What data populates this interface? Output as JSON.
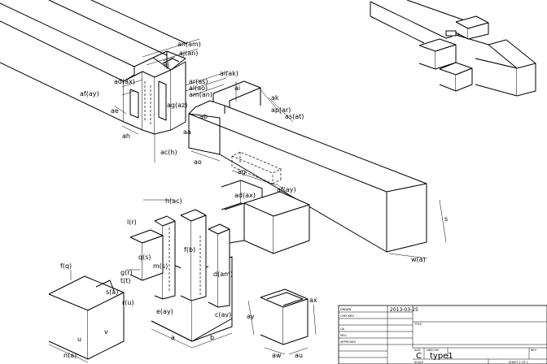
{
  "labels": {
    "an_am": "an(am)",
    "aj_an": "aj(an)",
    "aj": "aj",
    "ad_ax": "ad(ax)",
    "af_ay": "af(ay)",
    "ae": "ae",
    "ah": "ah",
    "ac_h": "ac(h)",
    "ar_as": "ar(as)",
    "ai_ak": "ai(ak)",
    "al_ao": "al(ao)",
    "am_an": "am(an)",
    "ai": "ai",
    "ak": "ak",
    "ap_ar": "ap(ar)",
    "as_at": "as(at)",
    "ab": "ab",
    "ag_az": "ag(az)",
    "aa": "aa",
    "ao": "ao",
    "ag": "ag",
    "af_ay2": "af(ay)",
    "ad_ax2": "ad(ax)",
    "h_ac": "h(ac)",
    "lower_l": "l(r)",
    "f_q": "f(q)",
    "g_r": "g(r)",
    "q_s": "q(s)",
    "m_s": "m(s)",
    "d_am": "d(am)",
    "e_ay": "e(ay)",
    "c_av": "c(av)",
    "f_b": "f(b)",
    "t_t": "t(t)",
    "s_a": "s(a)",
    "r_u": "r(u)",
    "v": "v",
    "n_a": "n(a)",
    "lbl_a": "a",
    "lbl_b": "b",
    "aw": "aw",
    "au": "au",
    "ax": "ax",
    "ay": "ay",
    "w_a": "w(a)",
    "s_big": "s",
    "u_small": "u"
  },
  "title_block": {
    "drawn_label": "DRAWN",
    "checked_label": "CHECKED",
    "qa_label": "QA",
    "mfg_label": "MFG",
    "approved_label": "APPROVED",
    "date": "2013-03-25",
    "title_label": "TITLE",
    "size_label": "SIZE",
    "size_value": "C",
    "dwg_label": "DWG NO",
    "dwg_value": "type1",
    "rev_label": "REV",
    "scale_label": "SCALE",
    "sheet_label": "SHEET 1 OF 1"
  }
}
